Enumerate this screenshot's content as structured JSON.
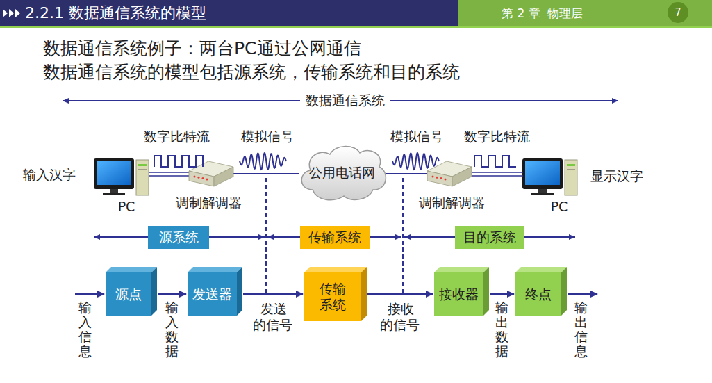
{
  "diagram": {
    "title": "2.2.1 数据通信系统的模型",
    "nodes": [
      {
        "text": [
          "公用电话网"
        ]
      },
      {
        "text": [
          "源系统"
        ]
      },
      {
        "text": [
          "传输系统"
        ]
      },
      {
        "text": [
          "目的系统"
        ]
      },
      {
        "text": [
          "源点"
        ]
      },
      {
        "text": [
          "发送器"
        ]
      },
      {
        "text": [
          "传输系统"
        ]
      },
      {
        "text": [
          "接收器"
        ]
      },
      {
        "text": [
          "终点"
        ]
      }
    ],
    "edges": [
      {
        "from": 4,
        "to": 5,
        "label": "输入数据",
        "arrow": "to"
      },
      {
        "from": 5,
        "to": 6,
        "label": "发送的信号",
        "arrow": "to"
      },
      {
        "from": 6,
        "to": 7,
        "label": "接收的信号",
        "arrow": "to"
      },
      {
        "from": 7,
        "to": 8,
        "label": "输出数据",
        "arrow": "to"
      }
    ],
    "labels": [
      "第 2 章  物理层",
      "7",
      "数据通信系统例子：两台PC通过公网通信",
      "数据通信系统的模型包括源系统，传输系统和目的系统",
      "数据通信系统",
      "数字比特流",
      "模拟信号",
      "模拟信号",
      "数字比特流",
      "输入汉字",
      "PC",
      "调制解调器",
      "调制解调器",
      "PC",
      "显示汉字",
      "输入信息",
      "输出信息"
    ]
  }
}
